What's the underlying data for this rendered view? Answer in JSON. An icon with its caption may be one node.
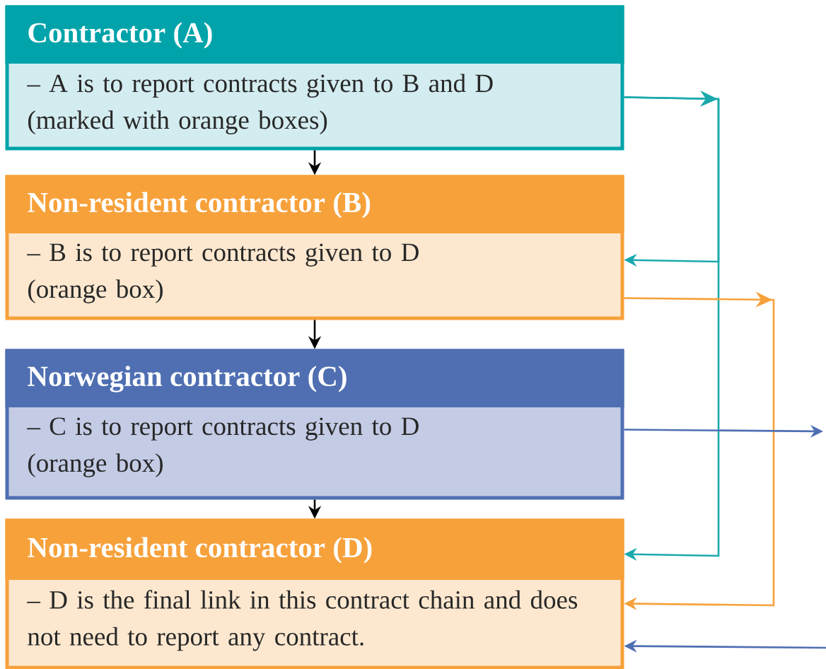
{
  "diagram": {
    "nodes": [
      {
        "text": [
          "Contractor (A)",
          "– A is to report contracts given to B and D (marked with orange boxes)"
        ]
      },
      {
        "text": [
          "Non-resident contractor (B)",
          "– B is to report contracts given to D (orange box)"
        ]
      },
      {
        "text": [
          "Norwegian contractor (C)",
          "– C is to report contracts given to D (orange box)"
        ]
      },
      {
        "text": [
          "Non-resident contractor (D)",
          "– D is the final link in this contract chain and does not need to report any contract."
        ]
      }
    ],
    "edges": [
      {
        "from": 0,
        "to": 1,
        "arrow": "to"
      },
      {
        "from": 1,
        "to": 2,
        "arrow": "to"
      },
      {
        "from": 2,
        "to": 3,
        "arrow": "to"
      },
      {
        "from": 0,
        "to": 1,
        "arrow": "to",
        "color": "#1aa9ad"
      },
      {
        "from": 0,
        "to": 3,
        "arrow": "to",
        "color": "#1aa9ad"
      },
      {
        "from": 1,
        "to": 3,
        "arrow": "to",
        "color": "#f7a13b"
      },
      {
        "from": 2,
        "to": null,
        "arrow": "to",
        "color": "#4f6fb2"
      },
      {
        "from": null,
        "to": 3,
        "arrow": "to",
        "color": "#4f6fb2"
      }
    ]
  }
}
